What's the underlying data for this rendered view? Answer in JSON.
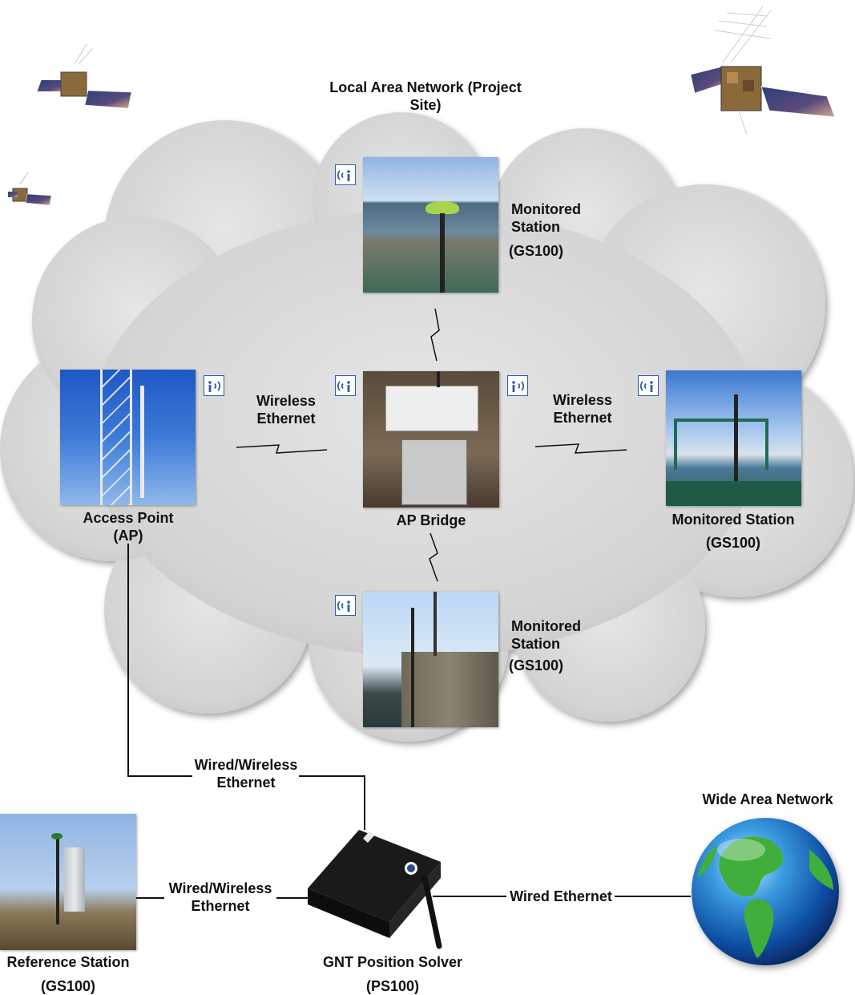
{
  "title": {
    "line1": "Local Area Network (Project",
    "line2": "Site)"
  },
  "nodes": {
    "monitored_top": {
      "line1": "Monitored",
      "line2": "Station",
      "model": "(GS100)"
    },
    "access_point": {
      "line1": "Access Point",
      "line2": "(AP)"
    },
    "ap_bridge": {
      "label": "AP Bridge"
    },
    "monitored_right": {
      "line1": "Monitored Station",
      "model": "(GS100)"
    },
    "monitored_bottom": {
      "line1": "Monitored",
      "line2": "Station",
      "model": "(GS100)"
    },
    "reference_station": {
      "line1": "Reference Station",
      "model": "(GS100)"
    },
    "position_solver": {
      "line1": "GNT Position Solver",
      "model": "(PS100)"
    },
    "wan": {
      "label": "Wide Area Network"
    }
  },
  "links": {
    "wireless_left": {
      "line1": "Wireless",
      "line2": "Ethernet"
    },
    "wireless_right": {
      "line1": "Wireless",
      "line2": "Ethernet"
    },
    "wired_wireless_top": {
      "line1": "Wired/Wireless",
      "line2": "Ethernet"
    },
    "wired_wireless_left": {
      "line1": "Wired/Wireless",
      "line2": "Ethernet"
    },
    "wired_ethernet": {
      "label": "Wired Ethernet"
    }
  },
  "icons": [
    "satellite-icon",
    "wireless-info-icon",
    "globe-icon",
    "position-solver-device-icon"
  ]
}
